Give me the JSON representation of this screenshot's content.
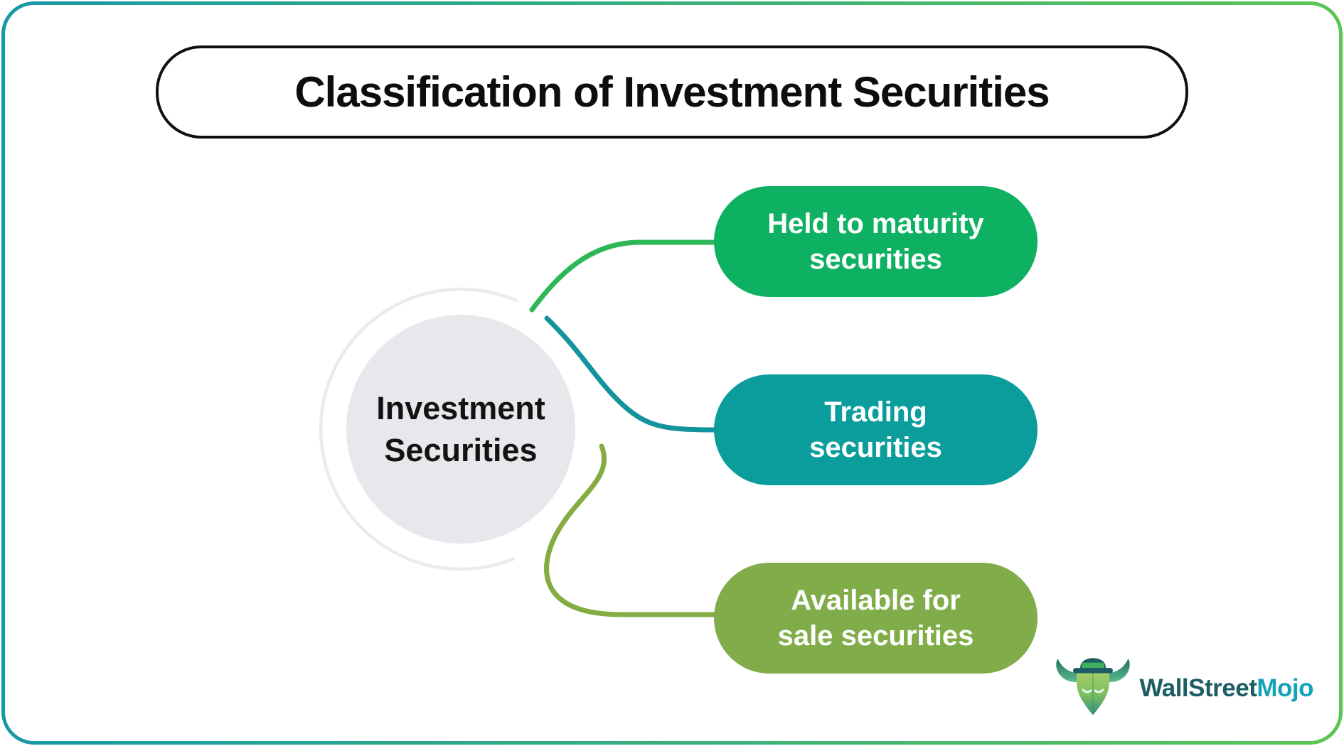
{
  "frame": {
    "border_left_color": "#1899a6",
    "border_right_color": "#5bc553"
  },
  "title": {
    "text": "Classification of Investment Securities"
  },
  "center_node": {
    "line1": "Investment",
    "line2": "Securities",
    "fill": "#e8e8ec",
    "ring_color": "#eaeaef"
  },
  "branches": [
    {
      "line1": "Held to maturity",
      "line2": "securities",
      "fill": "#0db161",
      "connector_color": "#2db757"
    },
    {
      "line1": "Trading",
      "line2": "securities",
      "fill": "#0a9d9c",
      "connector_color": "#13939e"
    },
    {
      "line1": "Available for",
      "line2": "sale securities",
      "fill": "#80ad49",
      "connector_color": "#83ad42"
    }
  ],
  "logo": {
    "part1": "WallStreet",
    "part2": "Mojo",
    "part1_color": "#1d5d65",
    "part2_color": "#15a2b7"
  }
}
